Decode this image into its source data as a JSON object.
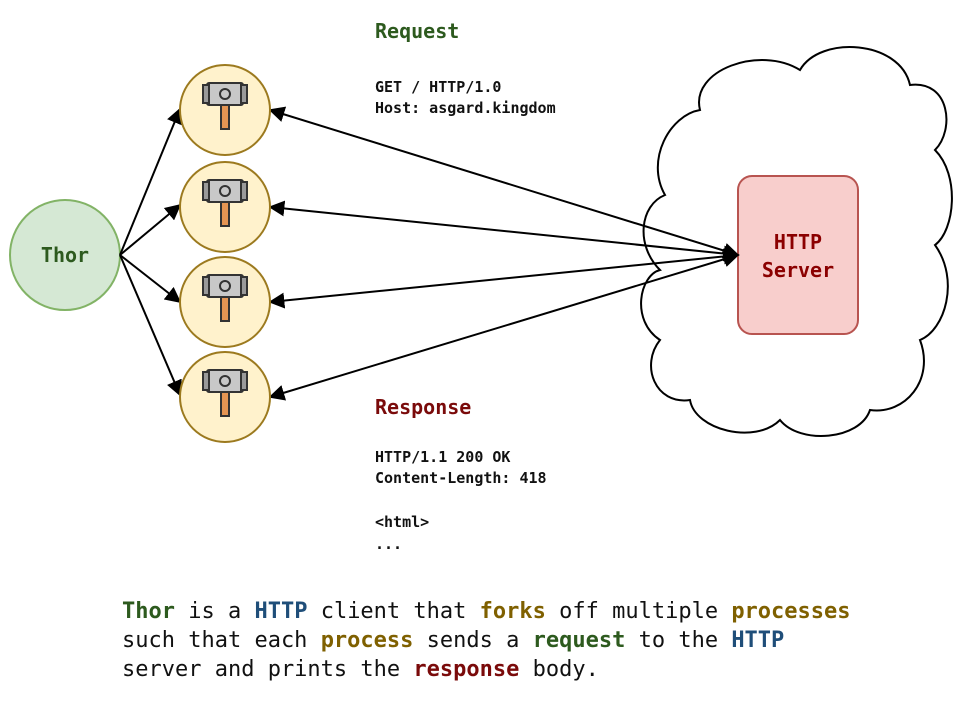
{
  "thor": {
    "label": "Thor"
  },
  "server": {
    "label_line1": "HTTP",
    "label_line2": "Server"
  },
  "request": {
    "title": "Request",
    "line1": "GET / HTTP/1.0",
    "line2": "Host: asgard.kingdom"
  },
  "response": {
    "title": "Response",
    "line1": "HTTP/1.1 200 OK",
    "line2": "Content-Length: 418",
    "line3": "<html>",
    "line4": "..."
  },
  "caption": {
    "w1": "Thor",
    "t1": " is a ",
    "w2": "HTTP",
    "t2": " client that ",
    "w3": "forks",
    "t3": " off multiple ",
    "w4": "processes",
    "t4": "such that each ",
    "w5": "process",
    "t5": " sends a ",
    "w6": "request",
    "t6": " to the ",
    "w7": "HTTP",
    "t7": "server and prints the ",
    "w8": "response",
    "t8": " body."
  },
  "colors": {
    "thor_fill": "#d5e8d4",
    "thor_stroke": "#82b366",
    "thor_text": "#2d5a1e",
    "hammer_fill": "#fff2cc",
    "hammer_stroke": "#9c7a1f",
    "server_fill": "#f8cecc",
    "server_stroke": "#b85450",
    "server_text": "#8b0000",
    "request_color": "#2d5a1e",
    "response_color": "#7a0a0a",
    "http_color": "#1f4e79",
    "process_color": "#7f6000"
  }
}
